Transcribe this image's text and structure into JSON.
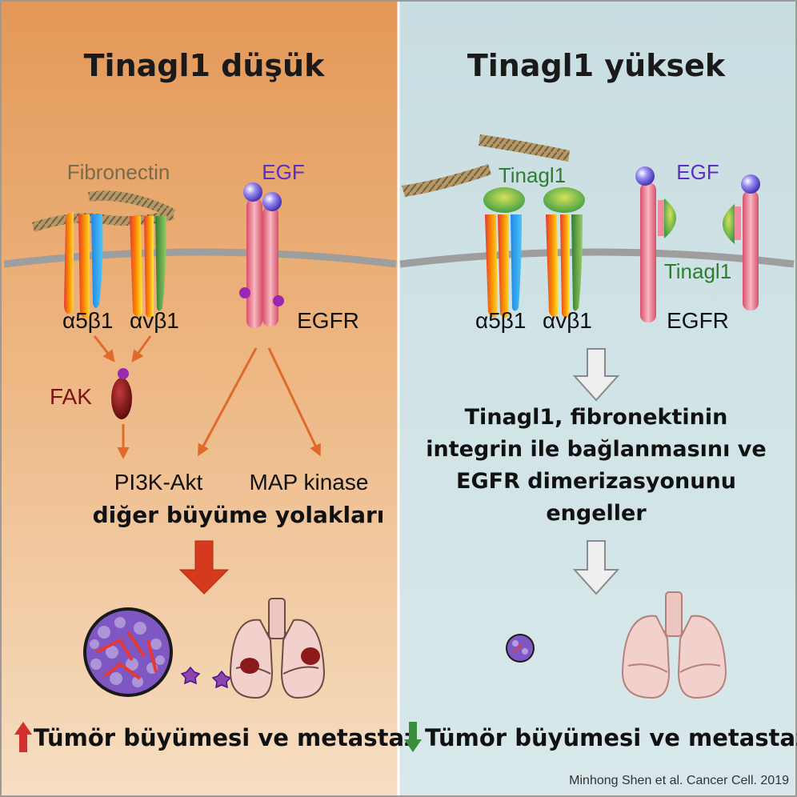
{
  "left": {
    "title": "Tinagl1 düşük",
    "fibronectin": "Fibronectin",
    "egf": "EGF",
    "integrin1": "α5β1",
    "integrin2": "αvβ1",
    "egfr": "EGFR",
    "fak": "FAK",
    "pathway1": "PI3K-Akt",
    "pathway2": "MAP kinase",
    "pathway3": "diğer büyüme yolakları",
    "outcome": "Tümör büyümesi ve metastaz"
  },
  "right": {
    "title": "Tinagl1 yüksek",
    "tinagl1_top": "Tinagl1",
    "egf": "EGF",
    "tinagl1_egfr": "Tinagl1",
    "integrin1": "α5β1",
    "integrin2": "αvβ1",
    "egfr": "EGFR",
    "mechanism": [
      "Tinagl1, fibronektinin",
      "integrin ile bağlanmasını ve",
      "EGFR dimerizasyonunu",
      "engeller"
    ],
    "outcome": "Tümör büyümesi ve metastaz"
  },
  "citation": "Minhong Shen et al. Cancer Cell. 2019",
  "colors": {
    "left_bg_top": "#E39A5C",
    "left_bg_bottom": "#F3D8BB",
    "right_bg": "#CFE2E5",
    "arrow_orange": "#E06A2A",
    "arrow_red": "#D63A1E",
    "tinagl1_green": "#2E7D32",
    "egf_purple": "#5B2FC0",
    "fak_darkred": "#7A1414",
    "up_arrow": "#D32F2F",
    "down_arrow": "#388E3C",
    "lung_pink": "#F2D0CC"
  },
  "icons": {
    "up": "red-up-arrow-icon",
    "down": "green-down-arrow-icon"
  }
}
